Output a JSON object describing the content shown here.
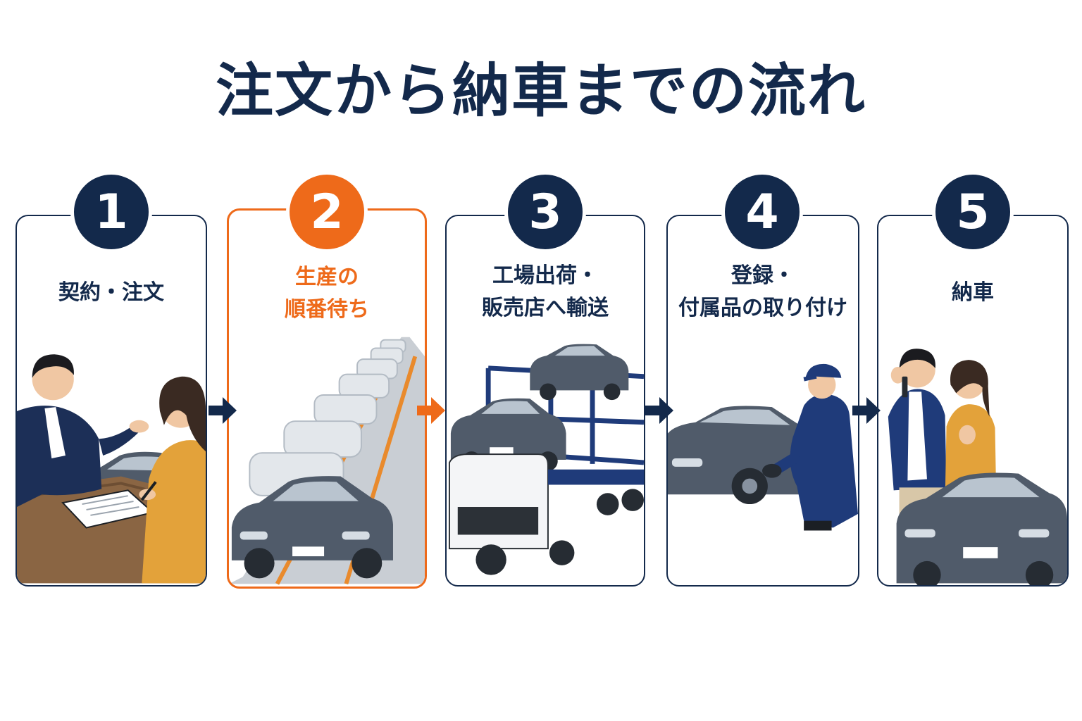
{
  "title": "注文から納車までの流れ",
  "colors": {
    "navy": "#13294b",
    "orange": "#ee6a1a",
    "car": "#505b6a"
  },
  "steps": [
    {
      "number": "1",
      "lines": [
        "契約・注文"
      ],
      "active": false
    },
    {
      "number": "2",
      "lines": [
        "生産の",
        "順番待ち"
      ],
      "active": true
    },
    {
      "number": "3",
      "lines": [
        "工場出荷・",
        "販売店へ輸送"
      ],
      "active": false
    },
    {
      "number": "4",
      "lines": [
        "登録・",
        "付属品の取り付け"
      ],
      "active": false
    },
    {
      "number": "5",
      "lines": [
        "納車"
      ],
      "active": false
    }
  ]
}
